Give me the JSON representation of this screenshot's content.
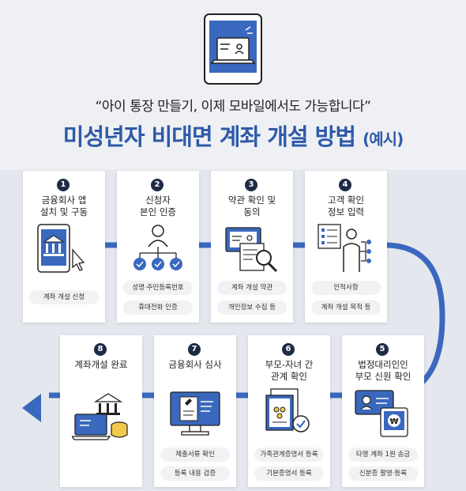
{
  "header": {
    "subtitle": "“아이 통장 만들기, 이제 모바일에서도 가능합니다”",
    "title": "미성년자 비대면 계좌 개설 방법",
    "title_suffix": "(예시)"
  },
  "steps": [
    {
      "num": "1",
      "title": "금융회사 앱\n설치 및 구동",
      "pills": [
        "계좌 개설 신청"
      ]
    },
    {
      "num": "2",
      "title": "신청자\n본인 인증",
      "pills": [
        "성명·주민등록번호",
        "휴대전화 인증"
      ]
    },
    {
      "num": "3",
      "title": "약관 확인 및\n동의",
      "pills": [
        "계좌 개설 약관",
        "개인정보 수집 등"
      ]
    },
    {
      "num": "4",
      "title": "고객 확인\n정보 입력",
      "pills": [
        "인적사항",
        "계좌 개설 목적 등"
      ]
    },
    {
      "num": "5",
      "title": "법정대리인인\n부모 신원 확인",
      "pills": [
        "타행 계좌 1원 송금",
        "신분증 촬영·등록"
      ]
    },
    {
      "num": "6",
      "title": "부모-자녀 간\n관계 확인",
      "pills": [
        "가족관계증명서 등록",
        "기본증명서 등록"
      ]
    },
    {
      "num": "7",
      "title": "금융회사 심사",
      "pills": [
        "제출서류 확인",
        "등록 내용 검증"
      ]
    },
    {
      "num": "8",
      "title": "계좌개설 완료",
      "pills": []
    }
  ],
  "colors": {
    "accent": "#2f5aa8",
    "arrow": "#3a68be",
    "badge": "#1e2a46"
  },
  "icons": {
    "hero": "laptop-profile-icon",
    "step1": "phone-bank-icon",
    "step2": "user-verification-icon",
    "step3": "document-magnify-icon",
    "step4": "checklist-person-icon",
    "step5": "id-card-won-icon",
    "step6": "certificate-check-icon",
    "step7": "monitor-document-icon",
    "step8": "bank-laptop-coins-icon"
  }
}
